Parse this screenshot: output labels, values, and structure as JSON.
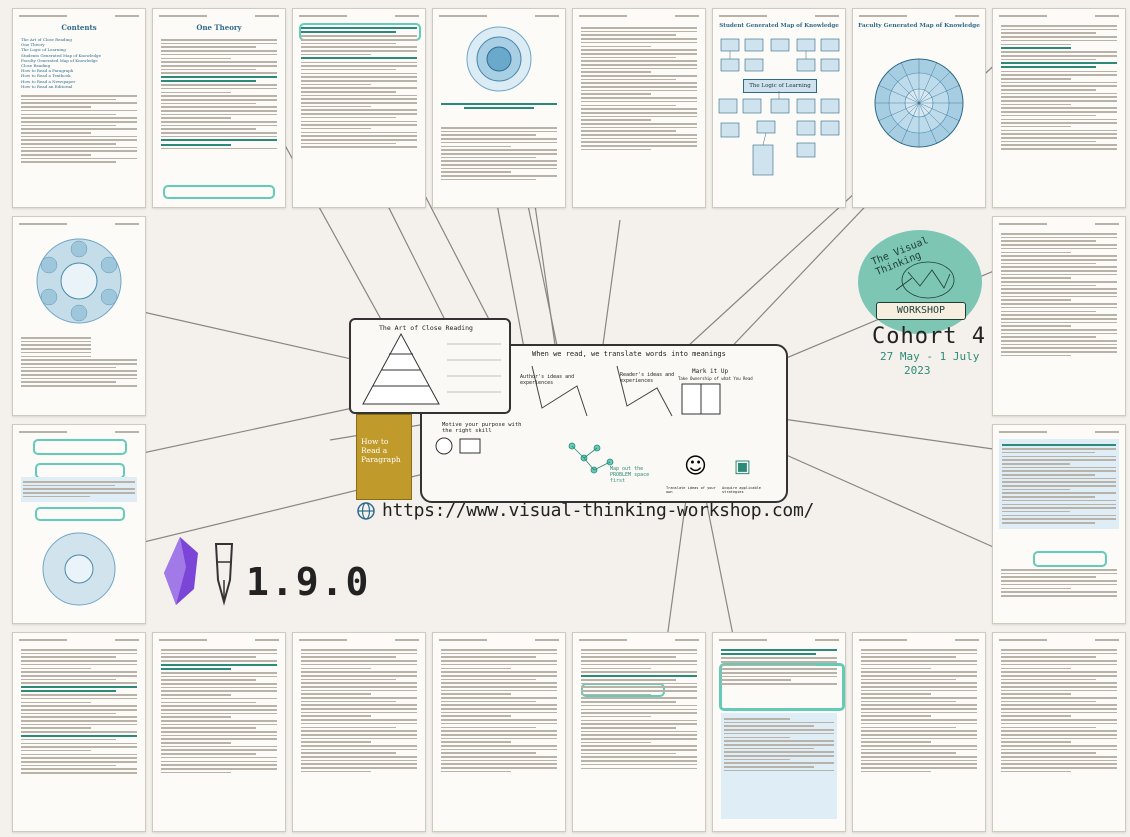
{
  "contents_page": {
    "title": "Contents",
    "items": [
      "The Art of Close Reading",
      "One Theory",
      "The Logic of Learning",
      "Students Generated Map of Knowledge",
      "Faculty Generated Map of Knowledge",
      "Close Reading",
      "How to Read a Paragraph",
      "How to Read a Textbook",
      "How to Read a Newspaper",
      "How to Read an Editorial"
    ]
  },
  "theory_page": {
    "title": "One Theory"
  },
  "students_map_page": {
    "title": "Student Generated Map of Knowledge",
    "subtitle": "The Logic of Learning"
  },
  "faculty_map_page": {
    "title": "Faculty Generated Map of Knowledge"
  },
  "close_reading_sketch": {
    "title": "The Art of Close Reading"
  },
  "center_sketch": {
    "banner": "When we read, we translate words into meanings",
    "left_label": "Author's ideas and experiences",
    "right_label": "Reader's ideas and experiences",
    "mark_it_up": "Mark it Up",
    "mark_it_up_sub": "Take Ownership of what You Read",
    "motive": "Motive your purpose with the right skill",
    "map": "Map out the PROBLEM space first",
    "emoji_left": "Translate ideas of your own",
    "emoji_right": "Acquire applicable strategies"
  },
  "book_cover": {
    "title": "How to Read a Paragraph"
  },
  "workshop": {
    "logo_top": "The Visual Thinking",
    "logo_bottom": "WORKSHOP",
    "cohort": "Cohort 4",
    "dates": "27 May - 1 July",
    "year": "2023"
  },
  "url": "https://www.visual-thinking-workshop.com/",
  "version": "1.9.0",
  "colors": {
    "accent": "#63cbb6",
    "teal_dark": "#2e8a78",
    "obsidian_purple": "#7b45d8",
    "heading_blue": "#2e6a8c",
    "cover_gold": "#c09a2a"
  },
  "icons": [
    "globe-icon",
    "obsidian-icon",
    "pen-nib-icon",
    "emoji-icon",
    "book-icon"
  ]
}
